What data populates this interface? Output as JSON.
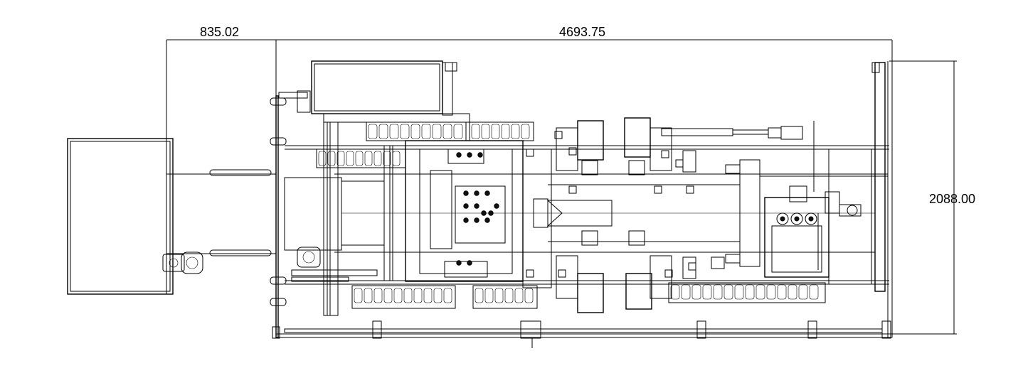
{
  "drawing": {
    "type": "cad-top-view",
    "dimensions": {
      "left_width": "835.02",
      "main_width": "4693.75",
      "height": "2088.00"
    },
    "line_color": "#000000",
    "background": "#ffffff"
  }
}
